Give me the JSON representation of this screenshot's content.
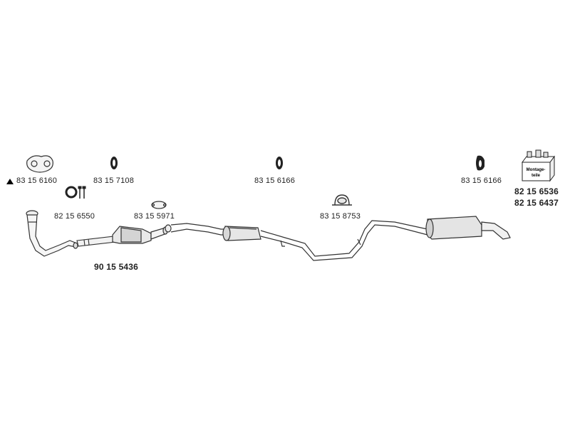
{
  "parts": {
    "gasket_front": "83 15 6160",
    "hanger_front": "83 15 7108",
    "ring_and_bolts": "82 15 6550",
    "gasket_cat": "83 15 5971",
    "hanger_mid": "83 15 6166",
    "clamp": "83 15  8753",
    "hanger_rear": "83 15 6166",
    "kit_a": "82 15 6536",
    "kit_b": "82 15 6437",
    "front_pipe": "90 15 5436"
  },
  "kit_box_text_1": "Montage-",
  "kit_box_text_2": "teile"
}
